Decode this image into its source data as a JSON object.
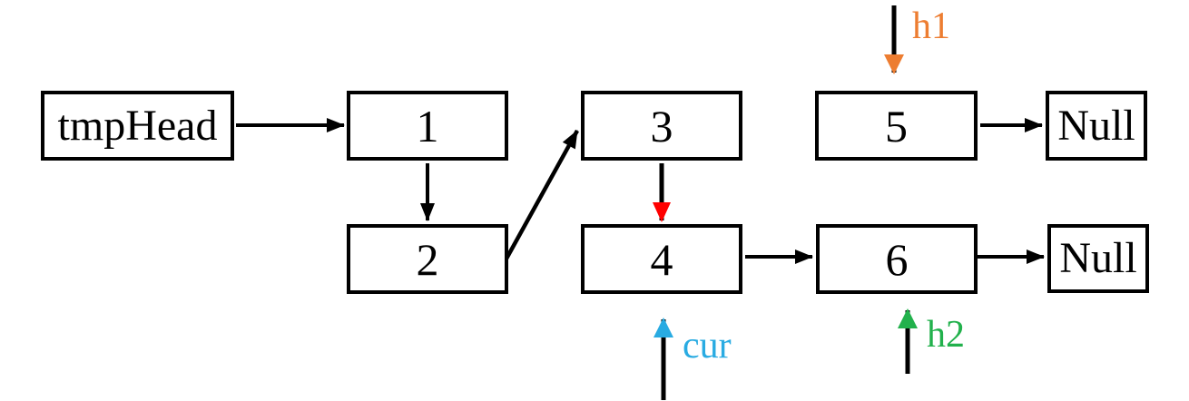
{
  "diagram": {
    "type": "linked-list-merge",
    "nodes": {
      "tmpHead": {
        "label": "tmpHead"
      },
      "n1": {
        "label": "1"
      },
      "n2": {
        "label": "2"
      },
      "n3": {
        "label": "3"
      },
      "n4": {
        "label": "4"
      },
      "n5": {
        "label": "5"
      },
      "n6": {
        "label": "6"
      },
      "null_top": {
        "label": "Null"
      },
      "null_bottom": {
        "label": "Null"
      }
    },
    "edges": [
      {
        "from": "tmpHead",
        "to": "1",
        "color": "#000000"
      },
      {
        "from": "1",
        "to": "2",
        "color": "#000000"
      },
      {
        "from": "2",
        "to": "3",
        "color": "#000000"
      },
      {
        "from": "3",
        "to": "4",
        "color": "#FF0000"
      },
      {
        "from": "4",
        "to": "6",
        "color": "#000000"
      },
      {
        "from": "5",
        "to": "Null",
        "color": "#000000"
      },
      {
        "from": "6",
        "to": "Null",
        "color": "#000000"
      }
    ],
    "pointers": {
      "h1": {
        "label": "h1",
        "color": "#ED7D31",
        "direction": "down",
        "points_to": "5"
      },
      "cur": {
        "label": "cur",
        "color": "#29ABE2",
        "direction": "up",
        "points_to": "4"
      },
      "h2": {
        "label": "h2",
        "color": "#22B14C",
        "direction": "up",
        "points_to": "6"
      }
    },
    "colors": {
      "black": "#000000",
      "red": "#FF0000",
      "orange": "#ED7D31",
      "cyan": "#29ABE2",
      "green": "#22B14C",
      "background": "#FFFFFF"
    }
  }
}
